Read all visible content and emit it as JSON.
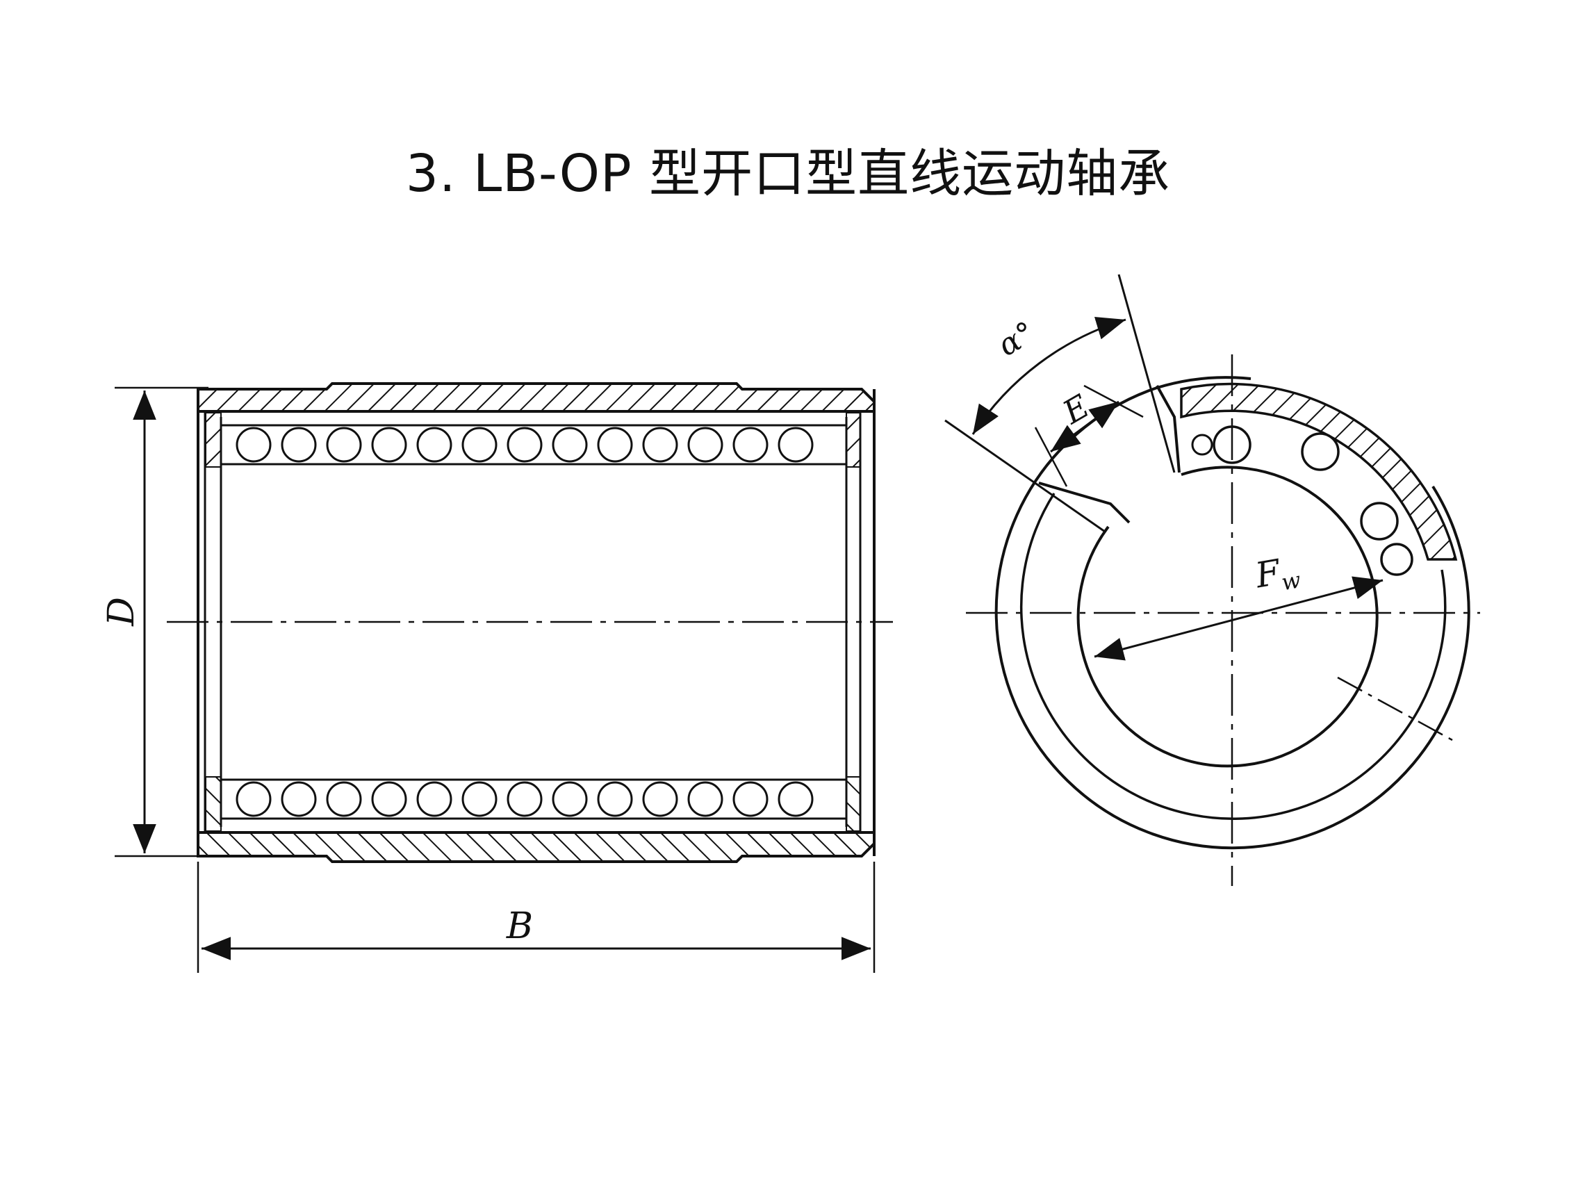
{
  "title": "3. LB-OP 型开口型直线运动轴承",
  "labels": {
    "D": "D",
    "B": "B",
    "alpha": "α°",
    "E": "E",
    "Fw_main": "F",
    "Fw_sub": "w"
  },
  "colors": {
    "ink": "#111111",
    "background": "#ffffff"
  }
}
